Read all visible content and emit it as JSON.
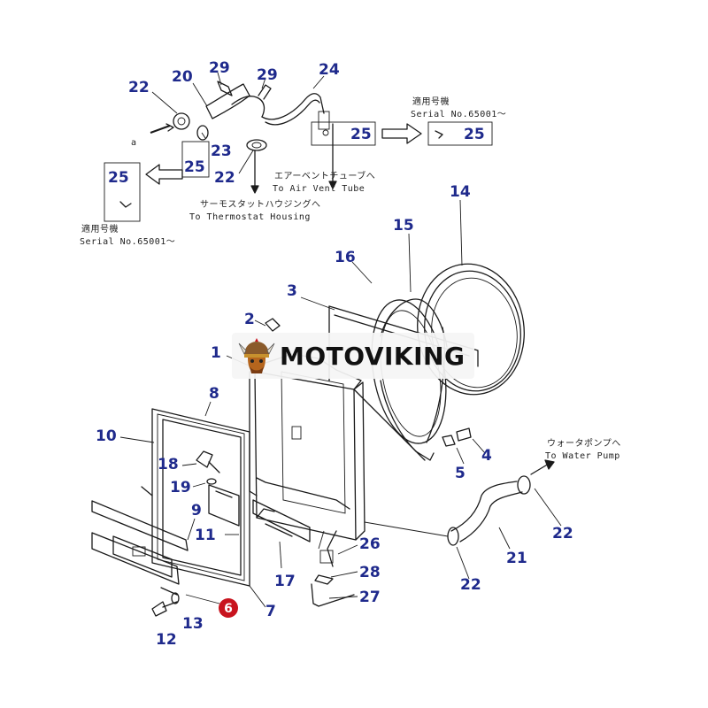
{
  "brand": {
    "name": "MOTOVIKING",
    "logo_icon": "viking-helmet-logo-icon"
  },
  "callout_color": "#1f2a8c",
  "highlight_color": "#c8141e",
  "callouts": {
    "c1": "1",
    "c2": "2",
    "c3": "3",
    "c4": "4",
    "c5": "5",
    "c6": "6",
    "c7": "7",
    "c8": "8",
    "c9": "9",
    "c10": "10",
    "c11": "11",
    "c12": "12",
    "c13": "13",
    "c14": "14",
    "c15": "15",
    "c16": "16",
    "c17": "17",
    "c18": "18",
    "c19": "19",
    "c20": "20",
    "c21": "21",
    "c22a": "22",
    "c22b": "22",
    "c22c": "22",
    "c22d": "22",
    "c23": "23",
    "c24": "24",
    "c25a": "25",
    "c25b": "25",
    "c25c": "25",
    "c25d": "25",
    "c26": "26",
    "c27": "27",
    "c28": "28",
    "c29a": "29",
    "c29b": "29"
  },
  "notes": {
    "serial_jp_left": "適用号機",
    "serial_en_left": "Serial No.65001～",
    "serial_jp_right": "適用号機",
    "serial_en_right": "Serial No.65001～",
    "thermostat_jp": "サーモスタットハウジングへ",
    "thermostat_en": "To Thermostat Housing",
    "airvent_jp": "エアーベントチューブへ",
    "airvent_en": "To Air Vent Tube",
    "waterpump_jp": "ウォータポンプへ",
    "waterpump_en": "To Water Pump",
    "small_a": "a"
  }
}
